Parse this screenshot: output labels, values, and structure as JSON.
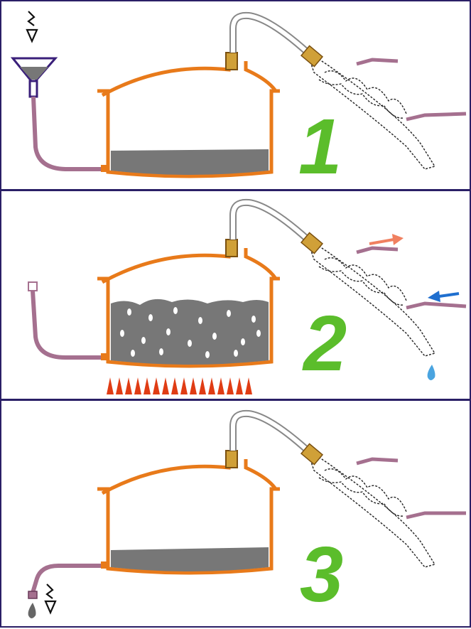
{
  "steps": [
    {
      "number": "1"
    },
    {
      "number": "2"
    },
    {
      "number": "3"
    }
  ],
  "colors": {
    "frame": "#2a1f66",
    "vessel": "#e87a1a",
    "liquid": "#777777",
    "hose": "#a5708f",
    "funnel": "#3a1f7a",
    "step_number": "#5bbd2b",
    "heat": "#e03c14",
    "hot_out_arrow": "#f08060",
    "cold_in_arrow": "#1f6fcf",
    "drop": "#4aa4e0"
  },
  "icons": [
    "funnel-icon",
    "down-arrow-icon",
    "flame-icon",
    "drop-icon",
    "flow-arrow-icon"
  ]
}
